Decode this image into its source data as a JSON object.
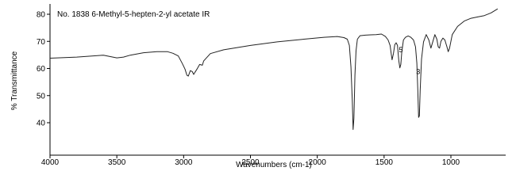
{
  "chart_data": {
    "type": "line",
    "title": "No. 1838  6-Methyl-5-hepten-2-yl acetate IR",
    "xlabel": "Wavenumbers (cm-1)",
    "ylabel": "% Transmittance",
    "xlim": [
      4000,
      650
    ],
    "x_reversed": true,
    "ylim": [
      30,
      82
    ],
    "x_ticks": [
      4000,
      3500,
      3000,
      2500,
      2000,
      1500,
      1000
    ],
    "x_tick_labels": [
      "4000",
      "3500",
      "3000",
      "2500",
      "2000",
      "1500",
      "1000"
    ],
    "y_ticks": [
      80,
      70,
      60,
      50,
      40
    ],
    "y_tick_labels": [
      "80",
      "70",
      "60",
      "50",
      "40"
    ],
    "annotations": [
      {
        "text": "5",
        "x": 1375,
        "y": 66
      },
      {
        "text": "3",
        "x": 1245,
        "y": 58
      }
    ],
    "grid": false,
    "series": [
      {
        "x": [
          4000,
          3800,
          3600,
          3500,
          3450,
          3400,
          3300,
          3200,
          3120,
          3080,
          3040,
          3010,
          2990,
          2975,
          2965,
          2950,
          2935,
          2925,
          2915,
          2900,
          2880,
          2860,
          2850,
          2800,
          2700,
          2500,
          2300,
          2100,
          1950,
          1850,
          1800,
          1775,
          1760,
          1748,
          1738,
          1732,
          1726,
          1718,
          1710,
          1700,
          1680,
          1640,
          1600,
          1560,
          1520,
          1490,
          1470,
          1455,
          1445,
          1440,
          1430,
          1420,
          1410,
          1400,
          1390,
          1382,
          1375,
          1368,
          1355,
          1340,
          1320,
          1300,
          1280,
          1265,
          1255,
          1248,
          1242,
          1236,
          1230,
          1220,
          1205,
          1185,
          1165,
          1150,
          1135,
          1120,
          1105,
          1095,
          1085,
          1075,
          1060,
          1045,
          1030,
          1020,
          1010,
          990,
          950,
          900,
          850,
          800,
          750,
          700,
          650
        ],
        "y": [
          63.8,
          64.2,
          64.9,
          63.9,
          64.2,
          64.9,
          65.8,
          66.2,
          66.2,
          65.6,
          64.6,
          61.8,
          59.8,
          57.5,
          57.2,
          59.2,
          58.8,
          57.8,
          58.6,
          59.8,
          61.5,
          61.2,
          62.8,
          65.5,
          66.9,
          68.5,
          69.8,
          70.8,
          71.5,
          71.8,
          71.4,
          70.8,
          68.5,
          60.5,
          48.0,
          37.5,
          41.5,
          57.5,
          66.5,
          70.8,
          72.1,
          72.3,
          72.4,
          72.5,
          72.7,
          71.8,
          70.5,
          68.5,
          64.8,
          63.2,
          65.5,
          68.8,
          69.5,
          68.5,
          62.8,
          60.2,
          61.5,
          66.0,
          70.5,
          71.5,
          72.0,
          71.5,
          70.5,
          68.0,
          62.0,
          52.0,
          42.0,
          42.5,
          52.0,
          63.5,
          69.8,
          72.5,
          70.5,
          67.5,
          70.0,
          72.5,
          70.8,
          68.0,
          67.5,
          70.0,
          71.2,
          70.5,
          68.0,
          66.2,
          67.5,
          72.5,
          75.5,
          77.5,
          78.5,
          79.0,
          79.5,
          80.5,
          82.0
        ]
      }
    ]
  }
}
